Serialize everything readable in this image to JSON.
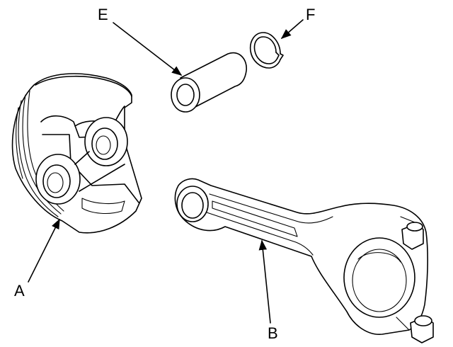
{
  "labels": {
    "a": "A",
    "b": "B",
    "e": "E",
    "f": "F"
  },
  "parts": {
    "a": "piston",
    "b": "connecting-rod",
    "e": "piston-pin",
    "f": "snap-ring"
  }
}
